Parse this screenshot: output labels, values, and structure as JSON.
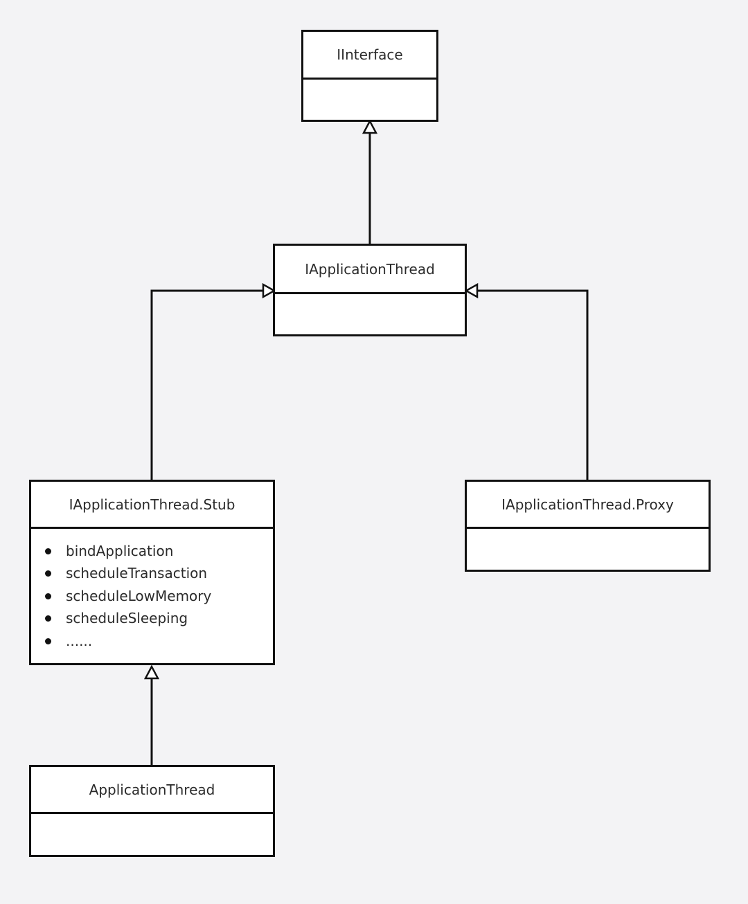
{
  "diagram": {
    "classes": {
      "iinterface": {
        "name": "IInterface"
      },
      "iapplication_thread": {
        "name": "IApplicationThread"
      },
      "stub": {
        "name": "IApplicationThread.Stub",
        "members": [
          "bindApplication",
          "scheduleTransaction",
          "scheduleLowMemory",
          "scheduleSleeping",
          "......"
        ]
      },
      "proxy": {
        "name": "IApplicationThread.Proxy"
      },
      "application_thread": {
        "name": "ApplicationThread"
      }
    },
    "relations": [
      {
        "type": "generalization",
        "from": "IApplicationThread",
        "to": "IInterface"
      },
      {
        "type": "generalization",
        "from": "IApplicationThread.Stub",
        "to": "IApplicationThread"
      },
      {
        "type": "generalization",
        "from": "IApplicationThread.Proxy",
        "to": "IApplicationThread"
      },
      {
        "type": "generalization",
        "from": "ApplicationThread",
        "to": "IApplicationThread.Stub"
      }
    ]
  }
}
